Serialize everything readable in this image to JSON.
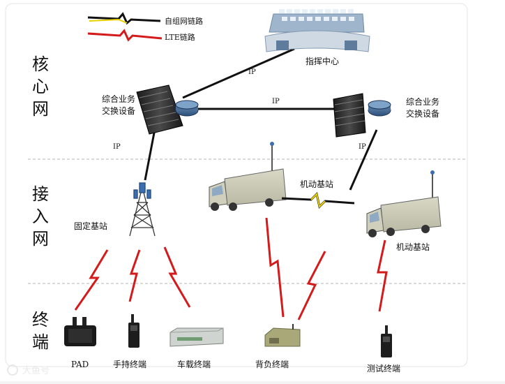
{
  "legend": {
    "selforg_link": "自组网链路",
    "lte_link": "LTE链路"
  },
  "zones": {
    "core": [
      "核",
      "心",
      "网"
    ],
    "access": [
      "接",
      "入",
      "网"
    ],
    "terminal": [
      "终",
      "端"
    ]
  },
  "nodes": {
    "command_center": "指挥中心",
    "switch_left": [
      "综合业务",
      "交换设备"
    ],
    "switch_right": [
      "综合业务",
      "交换设备"
    ],
    "fixed_station": "固定基站",
    "mobile_station_1": "机动基站",
    "mobile_station_2": "机动基站"
  },
  "links": {
    "ip_center_left": "IP",
    "ip_switches": "IP",
    "ip_left_down": "IP",
    "ip_right_down": "IP"
  },
  "terminals": {
    "pad": "PAD",
    "handheld": "手持终端",
    "vehicle": "车载终端",
    "backpack": "背负终端",
    "fifth": "测试终端"
  },
  "watermark": "大鱼号"
}
